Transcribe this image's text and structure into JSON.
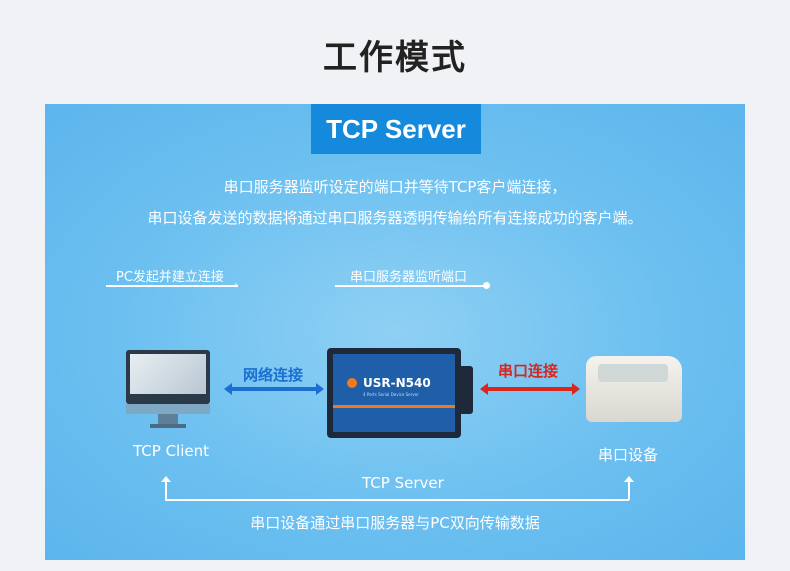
{
  "title": "工作模式",
  "badge": "TCP Server",
  "description": [
    "串口服务器监听设定的端口并等待TCP客户端连接，",
    "串口设备发送的数据将通过串口服务器透明传输给所有连接成功的客户端。"
  ],
  "labels": {
    "pc_init": "PC发起并建立连接",
    "server_listen": "串口服务器监听端口",
    "network": "网络连接",
    "serial": "串口连接",
    "client": "TCP Client",
    "device": "串口设备",
    "server": "TCP Server",
    "bottom": "串口设备通过串口服务器与PC双向传输数据"
  },
  "device": {
    "model": "USR-N540",
    "subtitle": "4 Ports Serial Device Server"
  },
  "colors": {
    "network_arrow": "#1a6fd1",
    "serial_arrow": "#d9261c",
    "badge": "#1589dc"
  }
}
